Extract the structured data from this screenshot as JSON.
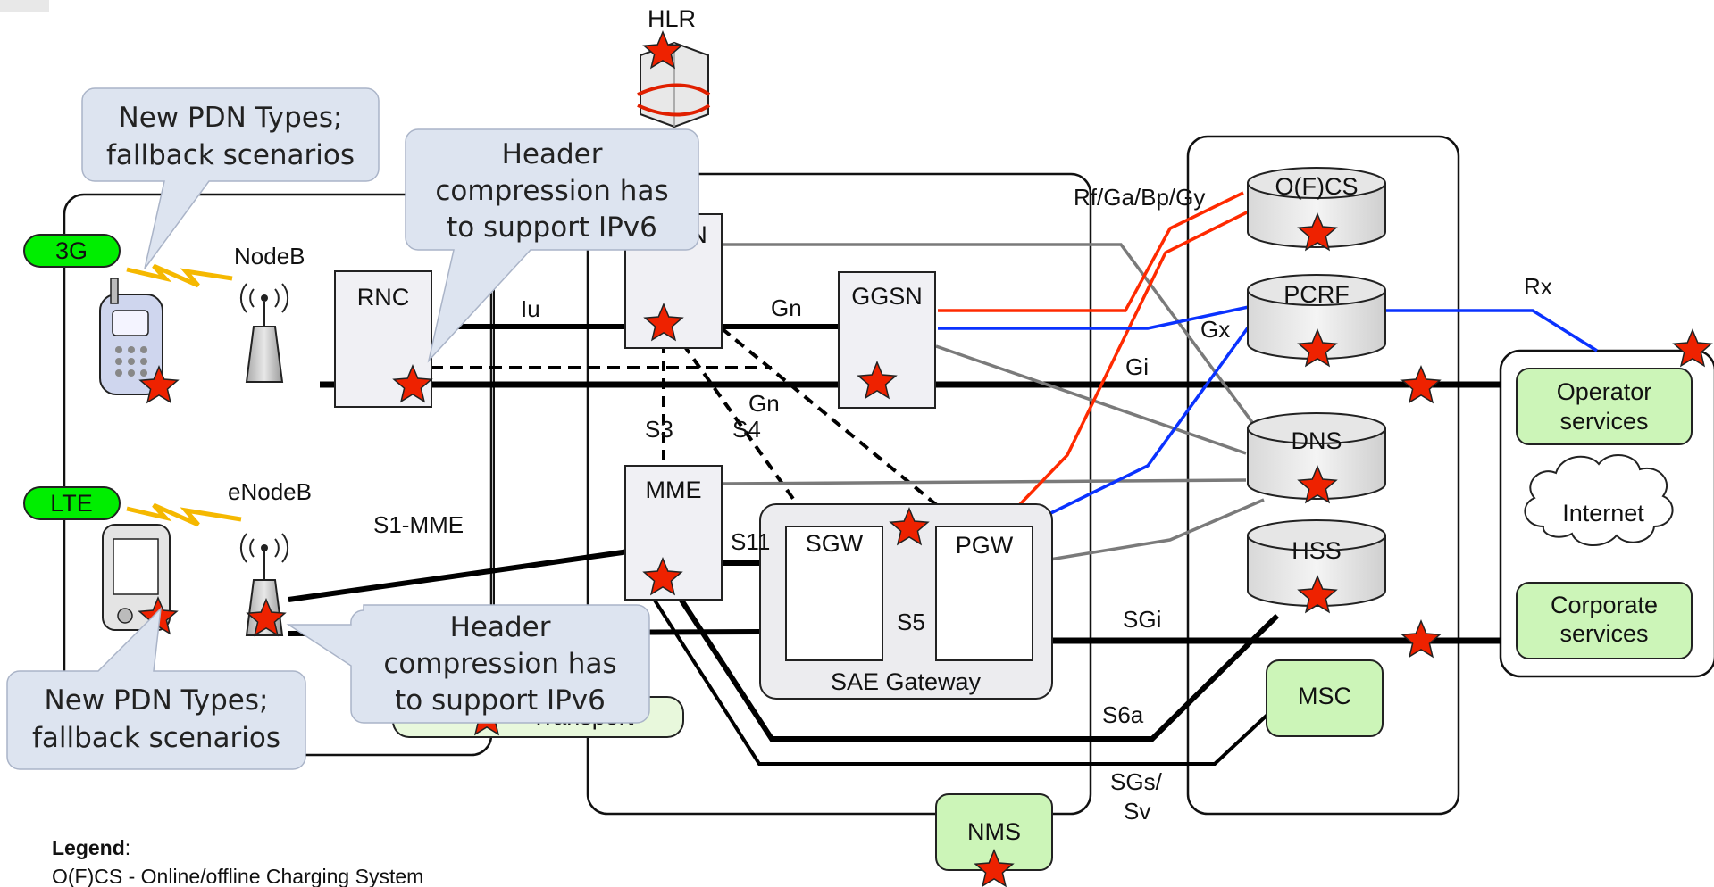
{
  "nodes": {
    "hlr": "HLR",
    "nodeb": "NodeB",
    "enodeb": "eNodeB",
    "rnc": "RNC",
    "sgsn_fragment": "N",
    "ggsn": "GGSN",
    "mme": "MME",
    "sgw": "SGW",
    "pgw": "PGW",
    "sae_gateway": "SAE Gateway",
    "ofcs": "O(F)CS",
    "pcrf": "PCRF",
    "dns": "DNS",
    "hss": "HSS",
    "msc": "MSC",
    "nms": "NMS",
    "operator_services": [
      "Operator",
      "services"
    ],
    "internet": "Internet",
    "corporate_services": [
      "Corporate",
      "services"
    ],
    "transport": "Transport"
  },
  "badges": {
    "g3": "3G",
    "lte": "LTE"
  },
  "interfaces": {
    "iu": "Iu",
    "gn_top": "Gn",
    "gn_lower": "Gn",
    "s3": "S3",
    "s4": "S4",
    "s1_mme": "S1-MME",
    "s11": "S11",
    "s5": "S5",
    "rf": "Rf/Ga/Bp/Gy",
    "gx": "Gx",
    "gi": "Gi",
    "rx": "Rx",
    "sgi": "SGi",
    "s6a": "S6a",
    "sgs": [
      "SGs/",
      "Sv"
    ]
  },
  "callouts": {
    "pdn_top": [
      "New PDN Types;",
      "fallback scenarios"
    ],
    "hc_top": [
      "Header",
      "compression has",
      "to support IPv6"
    ],
    "hc_bottom": [
      "Header",
      "compression has",
      "to support IPv6"
    ],
    "pdn_bottom": [
      "New PDN Types;",
      "fallback scenarios"
    ]
  },
  "legend": {
    "title": "Legend",
    "colon": ":",
    "line1": "O(F)CS - Online/offline Charging System"
  },
  "colors": {
    "green_badge": "#00ee00",
    "green_box": "#ccf5b8",
    "grey_box": "#f0f0f4",
    "callout": "#dde4f0",
    "red_line": "#ff2a00",
    "blue_line": "#0a32ff",
    "star": "#ee2200"
  }
}
